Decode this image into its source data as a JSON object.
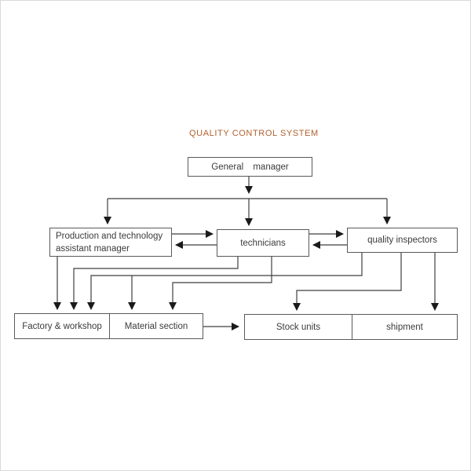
{
  "diagram": {
    "type": "flowchart",
    "title": "QUALITY CONTROL SYSTEM",
    "nodes": {
      "general_manager": {
        "label": "General manager"
      },
      "assistant_manager": {
        "label_line1": "Production and technology",
        "label_line2": "assistant manager"
      },
      "technicians": {
        "label": "technicians"
      },
      "quality_inspectors": {
        "label": "quality inspectors"
      },
      "factory_workshop": {
        "label": "Factory & workshop"
      },
      "material_section": {
        "label": "Material section"
      },
      "stock_units": {
        "label": "Stock units"
      },
      "shipment": {
        "label": "shipment"
      }
    },
    "edges": [
      {
        "from": "general_manager",
        "to": "assistant_manager",
        "type": "arrow"
      },
      {
        "from": "general_manager",
        "to": "technicians",
        "type": "arrow"
      },
      {
        "from": "general_manager",
        "to": "quality_inspectors",
        "type": "arrow"
      },
      {
        "from": "assistant_manager",
        "to": "technicians",
        "type": "arrow"
      },
      {
        "from": "technicians",
        "to": "assistant_manager",
        "type": "arrow"
      },
      {
        "from": "technicians",
        "to": "quality_inspectors",
        "type": "arrow"
      },
      {
        "from": "quality_inspectors",
        "to": "technicians",
        "type": "arrow"
      },
      {
        "from": "assistant_manager",
        "to": "factory_workshop",
        "type": "arrow"
      },
      {
        "from": "technicians",
        "to": "factory_workshop",
        "type": "arrow"
      },
      {
        "from": "quality_inspectors",
        "to": "factory_workshop",
        "type": "arrow"
      },
      {
        "from": "quality_inspectors",
        "to": "material_section",
        "type": "arrow"
      },
      {
        "from": "technicians",
        "to": "material_section",
        "type": "arrow"
      },
      {
        "from": "quality_inspectors",
        "to": "stock_units",
        "type": "arrow"
      },
      {
        "from": "quality_inspectors",
        "to": "shipment",
        "type": "arrow"
      },
      {
        "from": "material_section",
        "to": "stock_units",
        "type": "arrow"
      }
    ],
    "colors": {
      "title": "#b2602e",
      "line": "#3f3f3f",
      "arrowhead": "#1a1a1a",
      "box_border": "#5a5a5a",
      "text": "#3b3b3b",
      "background": "#ffffff"
    }
  }
}
